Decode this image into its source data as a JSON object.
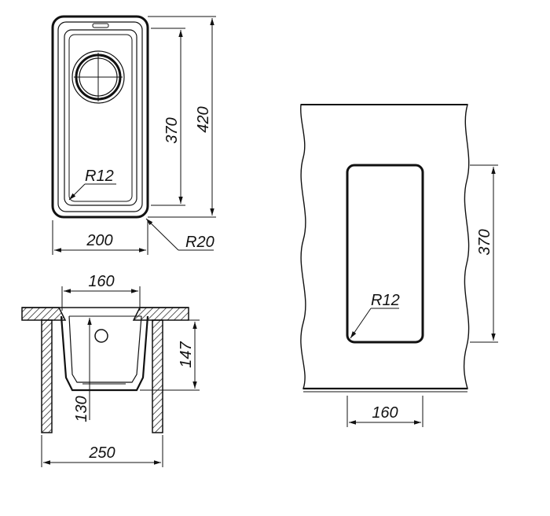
{
  "drawing": {
    "top_view": {
      "width_label": "200",
      "length_label": "420",
      "inner_length_label": "370",
      "corner_radius_inner": "R12",
      "corner_radius_outer": "R20"
    },
    "section_view": {
      "top_width_label": "160",
      "depth_label": "147",
      "inner_depth_label": "130",
      "cabinet_width_label": "250"
    },
    "cutout_view": {
      "cutout_length_label": "370",
      "cutout_width_label": "160",
      "corner_radius": "R12"
    }
  }
}
